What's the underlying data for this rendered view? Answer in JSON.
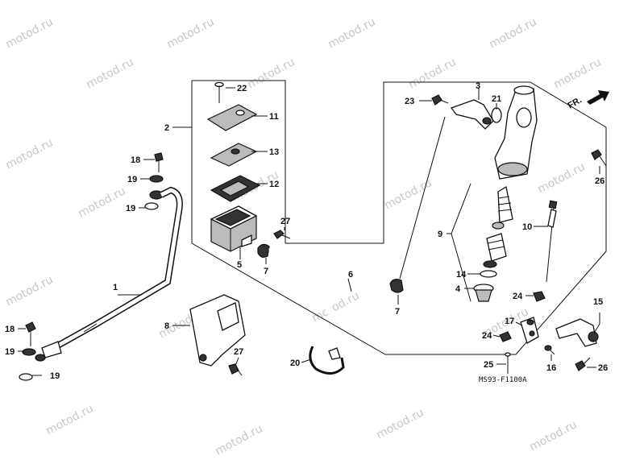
{
  "watermark": "motod.ru",
  "diagram_code": "MS93-F1100A",
  "front_label": "FR.",
  "callouts": {
    "c1": "1",
    "c2": "2",
    "c3": "3",
    "c4": "4",
    "c5": "5",
    "c6": "6",
    "c7a": "7",
    "c7b": "7",
    "c8": "8",
    "c9": "9",
    "c10": "10",
    "c11": "11",
    "c12": "12",
    "c13": "13",
    "c14": "14",
    "c15": "15",
    "c16": "16",
    "c17": "17",
    "c18a": "18",
    "c18b": "18",
    "c19a": "19",
    "c19b": "19",
    "c19c": "19",
    "c19d": "19",
    "c20": "20",
    "c21": "21",
    "c22": "22",
    "c23": "23",
    "c24a": "24",
    "c24b": "24",
    "c25": "25",
    "c26a": "26",
    "c26b": "26",
    "c27a": "27",
    "c27b": "27"
  }
}
